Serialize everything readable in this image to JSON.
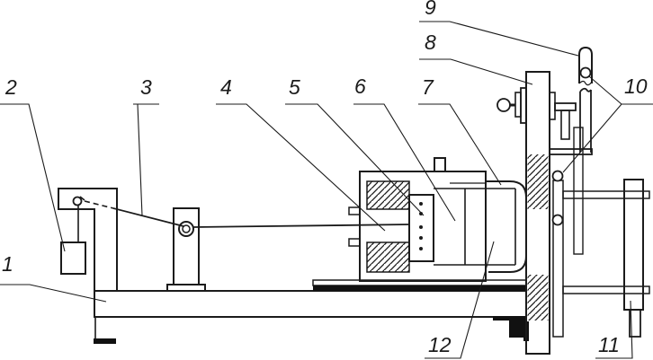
{
  "figure": {
    "kind": "technical-line-drawing",
    "colors": {
      "line": "#1b1b1b",
      "background": "#ffffff",
      "solid_fill": "#111111"
    },
    "labels": [
      {
        "text": "1"
      },
      {
        "text": "2"
      },
      {
        "text": "3"
      },
      {
        "text": "4"
      },
      {
        "text": "5"
      },
      {
        "text": "6"
      },
      {
        "text": "7"
      },
      {
        "text": "8"
      },
      {
        "text": "9"
      },
      {
        "text": "10"
      },
      {
        "text": "11"
      },
      {
        "text": "12"
      }
    ]
  }
}
